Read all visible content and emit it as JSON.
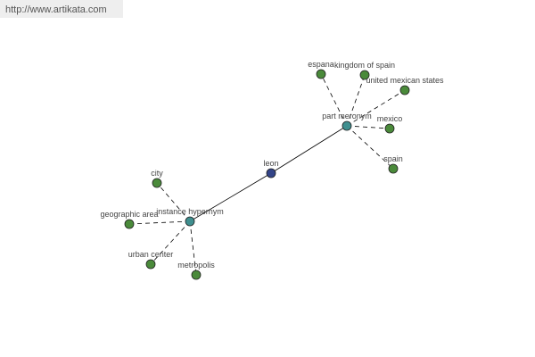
{
  "site_url": "http://www.artikata.com",
  "colors": {
    "center": "#334488",
    "relation": "#3f8f8f",
    "leaf": "#4a8a3a"
  },
  "center": {
    "label": "leon"
  },
  "relations": [
    {
      "label": "part meronym",
      "leaves": [
        "espana",
        "kingdom of spain",
        "united mexican states",
        "mexico",
        "spain"
      ]
    },
    {
      "label": "instance hypernym",
      "leaves": [
        "city",
        "geographic area",
        "urban center",
        "metropolis"
      ]
    }
  ]
}
